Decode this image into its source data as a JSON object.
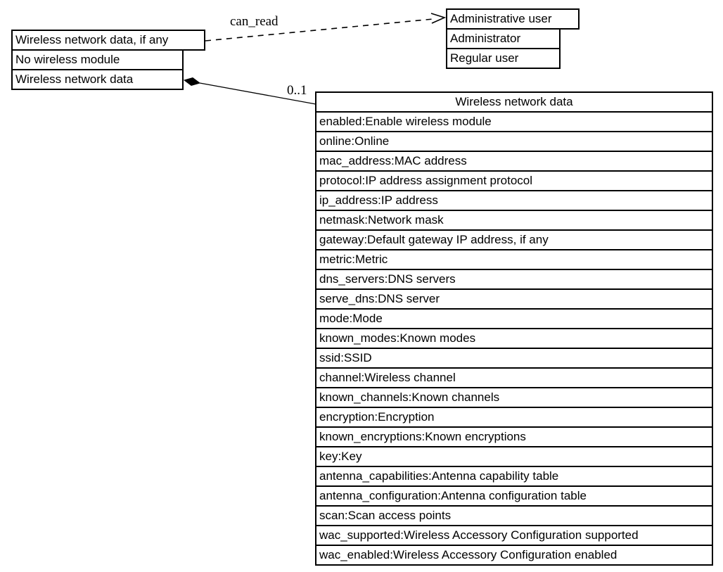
{
  "diagram": {
    "left_node": {
      "rows": [
        "Wireless network data, if any",
        "No wireless module",
        "Wireless network data"
      ]
    },
    "right_node": {
      "rows": [
        "Administrative user",
        "Administrator",
        "Regular user"
      ]
    },
    "main_table": {
      "title": "Wireless network data",
      "rows": [
        "enabled:Enable wireless module",
        "online:Online",
        "mac_address:MAC address",
        "protocol:IP address assignment protocol",
        "ip_address:IP address",
        "netmask:Network mask",
        "gateway:Default gateway IP address, if any",
        "metric:Metric",
        "dns_servers:DNS servers",
        "serve_dns:DNS server",
        "mode:Mode",
        "known_modes:Known modes",
        "ssid:SSID",
        "channel:Wireless channel",
        "known_channels:Known channels",
        "encryption:Encryption",
        "known_encryptions:Known encryptions",
        "key:Key",
        "antenna_capabilities:Antenna capability table",
        "antenna_configuration:Antenna configuration table",
        "scan:Scan access points",
        "wac_supported:Wireless Accessory Configuration supported",
        "wac_enabled:Wireless Accessory Configuration enabled"
      ]
    },
    "edges": {
      "can_read": {
        "label": "can_read",
        "style": "dashed",
        "arrow": "open-vee"
      },
      "composition": {
        "label": "0..1",
        "style": "solid",
        "arrow": "filled-diamond"
      }
    },
    "colors": {
      "line": "#000000",
      "text": "#000000",
      "background": "#ffffff"
    }
  }
}
